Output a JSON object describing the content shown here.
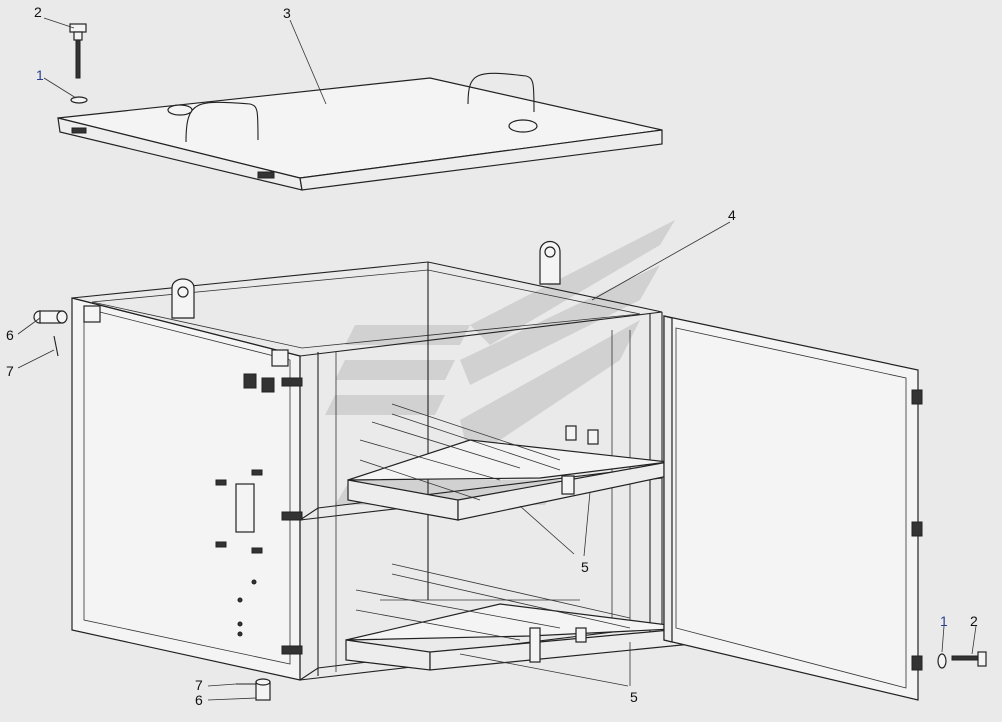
{
  "callouts": [
    {
      "id": "c2a",
      "text": "2",
      "color": "#111111"
    },
    {
      "id": "c1a",
      "text": "1",
      "color": "#2a3f8f"
    },
    {
      "id": "c3",
      "text": "3",
      "color": "#111111"
    },
    {
      "id": "c4",
      "text": "4",
      "color": "#111111"
    },
    {
      "id": "c6a",
      "text": "6",
      "color": "#111111"
    },
    {
      "id": "c7a",
      "text": "7",
      "color": "#111111"
    },
    {
      "id": "c5a",
      "text": "5",
      "color": "#111111"
    },
    {
      "id": "c5b",
      "text": "5",
      "color": "#111111"
    },
    {
      "id": "c7b",
      "text": "7",
      "color": "#111111"
    },
    {
      "id": "c6b",
      "text": "6",
      "color": "#111111"
    },
    {
      "id": "c1b",
      "text": "1",
      "color": "#2a3f8f"
    },
    {
      "id": "c2b",
      "text": "2",
      "color": "#111111"
    }
  ],
  "colors": {
    "line": "#222222",
    "background": "#eaeaea",
    "watermark": "#bcbcbc"
  }
}
